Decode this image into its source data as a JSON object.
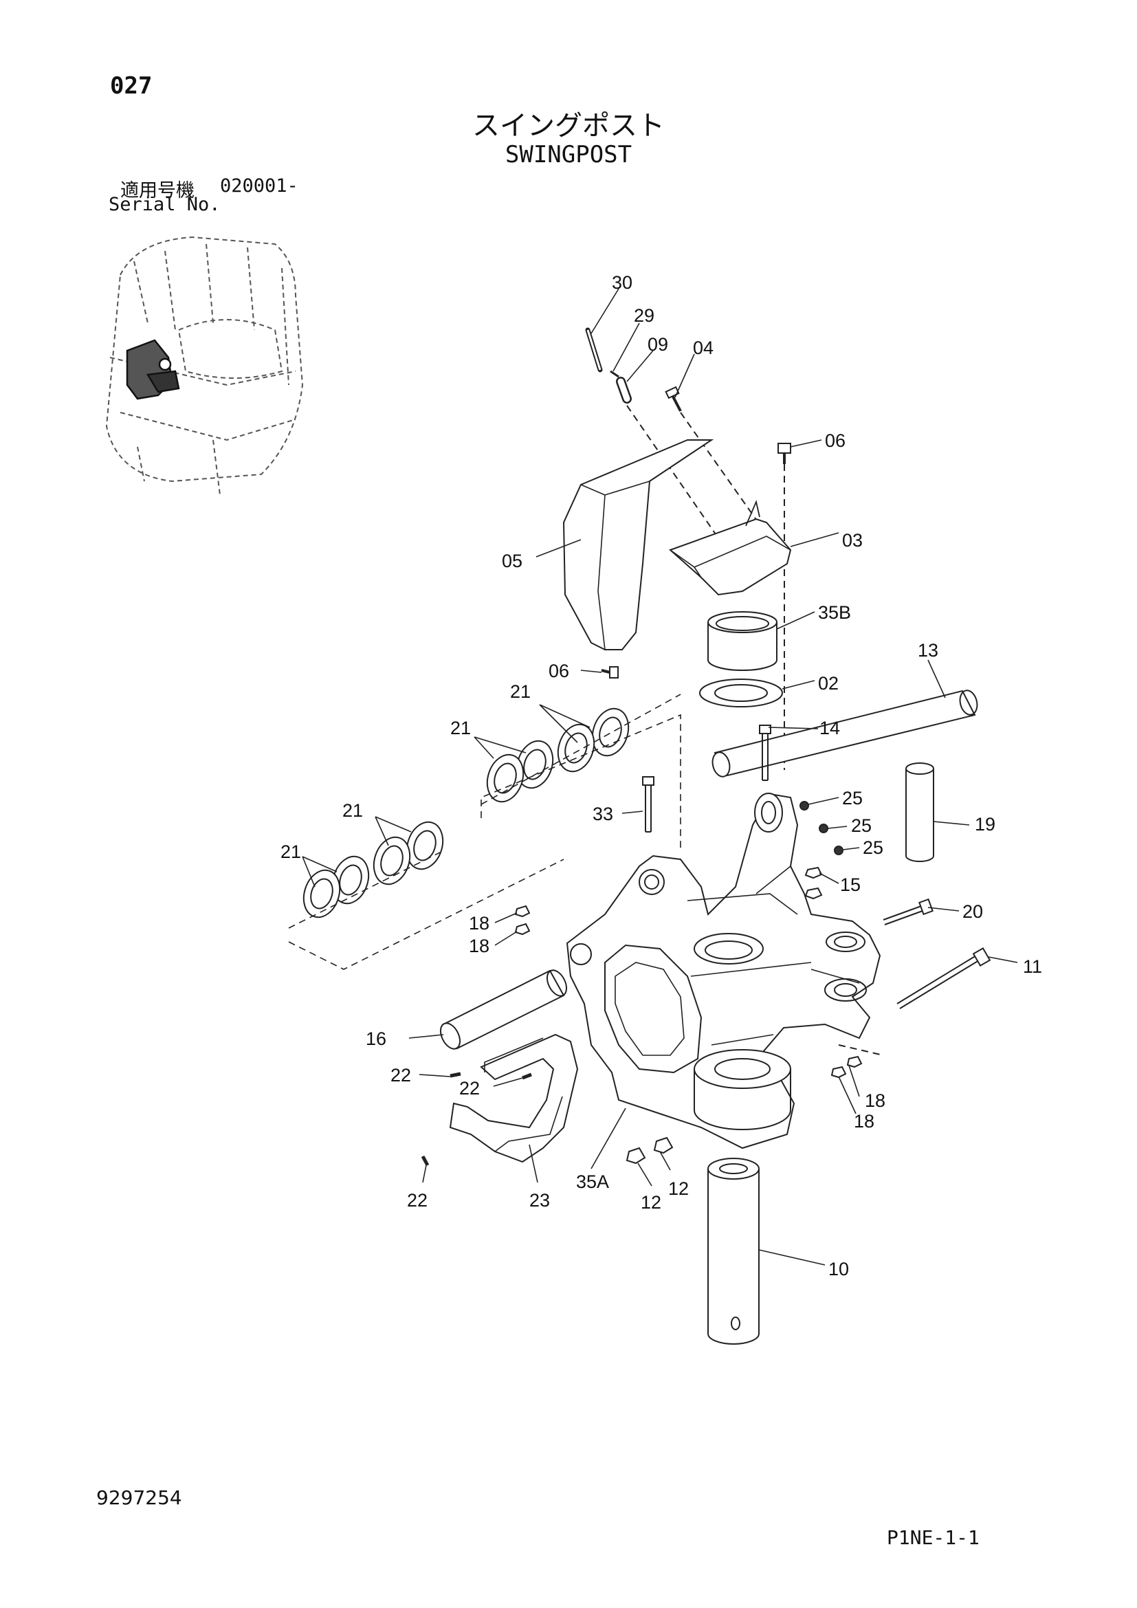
{
  "header": {
    "page_number": "027",
    "title_jp": "スイングポスト",
    "title_en": "SWINGPOST",
    "serial_label_jp": "適用号機",
    "serial_range": "020001-",
    "serial_label_en": "Serial No."
  },
  "footer": {
    "drawing_number": "9297254",
    "page_code": "P1NE-1-1"
  },
  "callouts": [
    {
      "id": "c30",
      "label": "30"
    },
    {
      "id": "c29",
      "label": "29"
    },
    {
      "id": "c09",
      "label": "09"
    },
    {
      "id": "c04",
      "label": "04"
    },
    {
      "id": "c06a",
      "label": "06"
    },
    {
      "id": "c03",
      "label": "03"
    },
    {
      "id": "c05",
      "label": "05"
    },
    {
      "id": "c35b",
      "label": "35B"
    },
    {
      "id": "c06b",
      "label": "06"
    },
    {
      "id": "c02",
      "label": "02"
    },
    {
      "id": "c13",
      "label": "13"
    },
    {
      "id": "c21a",
      "label": "21"
    },
    {
      "id": "c21b",
      "label": "21"
    },
    {
      "id": "c14",
      "label": "14"
    },
    {
      "id": "c25a",
      "label": "25"
    },
    {
      "id": "c25b",
      "label": "25"
    },
    {
      "id": "c25c",
      "label": "25"
    },
    {
      "id": "c33",
      "label": "33"
    },
    {
      "id": "c19",
      "label": "19"
    },
    {
      "id": "c21c",
      "label": "21"
    },
    {
      "id": "c21d",
      "label": "21"
    },
    {
      "id": "c15",
      "label": "15"
    },
    {
      "id": "c20",
      "label": "20"
    },
    {
      "id": "c18a",
      "label": "18"
    },
    {
      "id": "c18b",
      "label": "18"
    },
    {
      "id": "c11",
      "label": "11"
    },
    {
      "id": "c16",
      "label": "16"
    },
    {
      "id": "c22a",
      "label": "22"
    },
    {
      "id": "c22b",
      "label": "22"
    },
    {
      "id": "c18c",
      "label": "18"
    },
    {
      "id": "c18d",
      "label": "18"
    },
    {
      "id": "c12a",
      "label": "12"
    },
    {
      "id": "c12b",
      "label": "12"
    },
    {
      "id": "c35a",
      "label": "35A"
    },
    {
      "id": "c22c",
      "label": "22"
    },
    {
      "id": "c23",
      "label": "23"
    },
    {
      "id": "c10",
      "label": "10"
    }
  ]
}
